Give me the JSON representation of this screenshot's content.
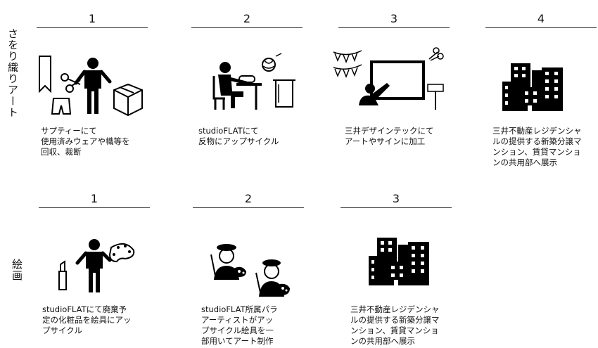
{
  "rows": [
    {
      "label": "さをり織りアート",
      "steps": [
        {
          "num": "1",
          "text": "サプティーにて\n使用済みウェアや幟等を\n回収、裁断",
          "icon": "collect-cut-icon"
        },
        {
          "num": "2",
          "text": "studioFLATにて\n反物にアップサイクル",
          "icon": "weaving-icon"
        },
        {
          "num": "3",
          "text": "三井デザインテックにて\nアートやサインに加工",
          "icon": "presentation-icon"
        },
        {
          "num": "4",
          "text": "三井不動産レジデンシャ\nルの提供する新築分譲マ\nンション、賃貸マンショ\nンの共用部へ展示",
          "icon": "buildings-icon"
        }
      ]
    },
    {
      "label": "絵画",
      "steps": [
        {
          "num": "1",
          "text": "studioFLATにて廃棄予\n定の化粧品を絵具にアッ\nプサイクル",
          "icon": "cosmetics-paint-icon"
        },
        {
          "num": "2",
          "text": "studioFLAT所属パラ\nアーティストがアッ\nプサイクル絵具を一\n部用いてアート制作",
          "icon": "artists-icon"
        },
        {
          "num": "3",
          "text": "三井不動産レジデンシャ\nルの提供する新築分譲マ\nンション、賃貸マンショ\nンの共用部へ展示",
          "icon": "buildings-icon"
        }
      ]
    }
  ]
}
